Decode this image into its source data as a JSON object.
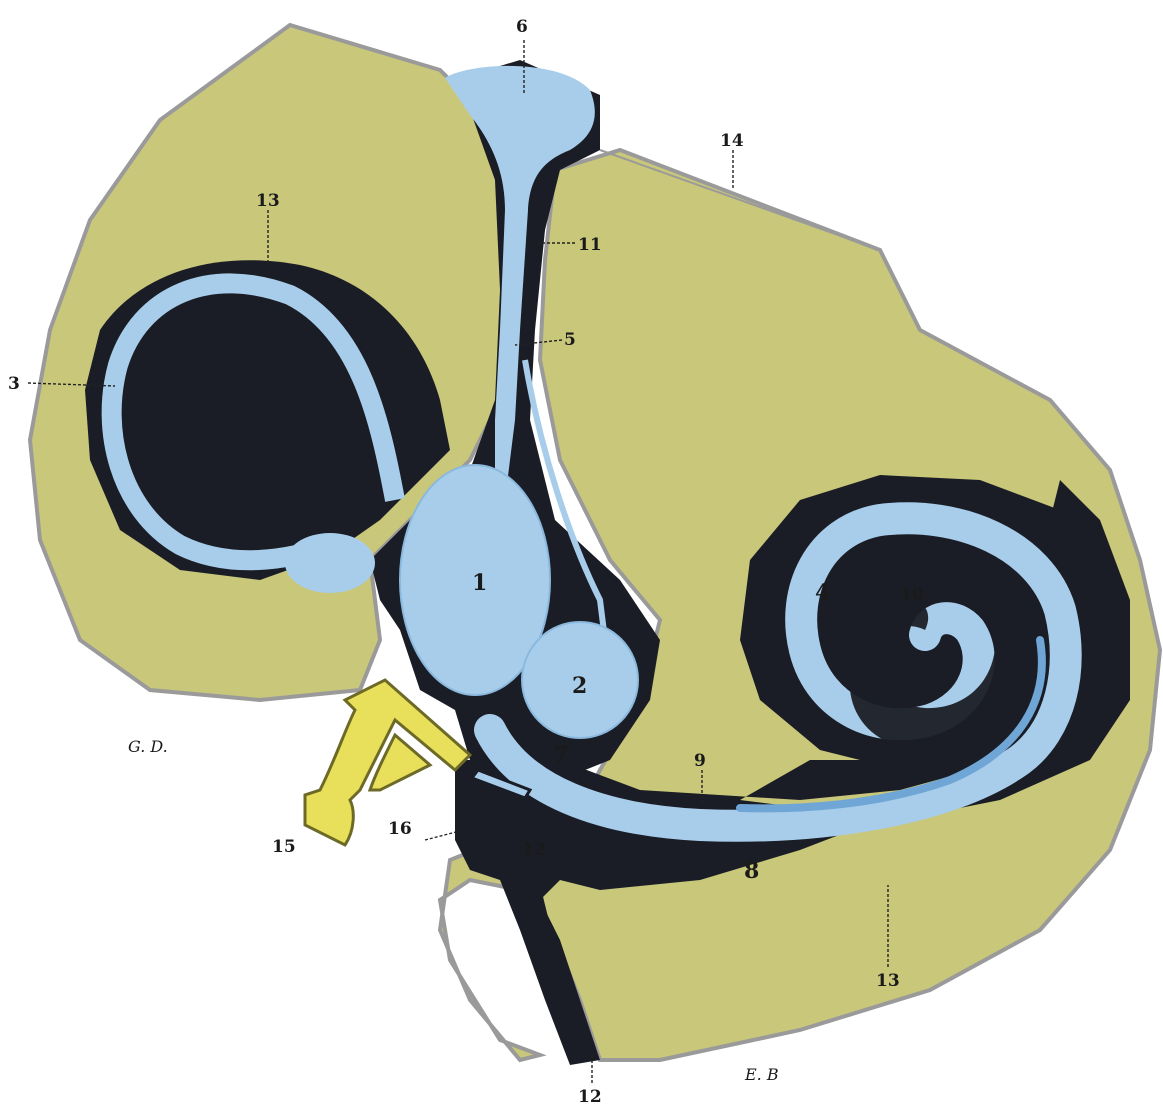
{
  "colors": {
    "paper": "#ffffff",
    "bone": "#c9c77a",
    "bone_edge": "#8f8d5a",
    "perilymph": "#1a1d26",
    "endolymph": "#a8cdea",
    "endolymph_dark": "#6fa6d6",
    "stapes": "#e8e05a",
    "outline": "#9a9a9a"
  },
  "labels": {
    "l1": "1",
    "l2": "2",
    "l3": "3",
    "l4": "4",
    "l5": "5",
    "l6": "6",
    "l7": "7",
    "l8": "8",
    "l9": "9",
    "l10": "10",
    "l11": "11",
    "l12a": "12",
    "l12b": "12",
    "l13a": "13",
    "l13b": "13",
    "l14": "14",
    "l15": "15",
    "l16": "16",
    "credit_left": "G. D.",
    "credit_right": "E. B"
  }
}
